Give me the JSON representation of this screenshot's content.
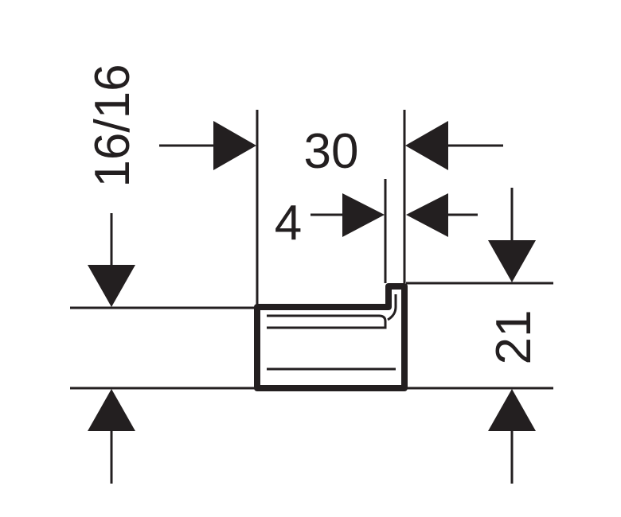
{
  "dimensions": {
    "width_label": "30",
    "gap_label": "4",
    "height_label": "21",
    "thickness_label": "16/16"
  },
  "colors": {
    "ink": "#231f20",
    "background": "#ffffff"
  }
}
